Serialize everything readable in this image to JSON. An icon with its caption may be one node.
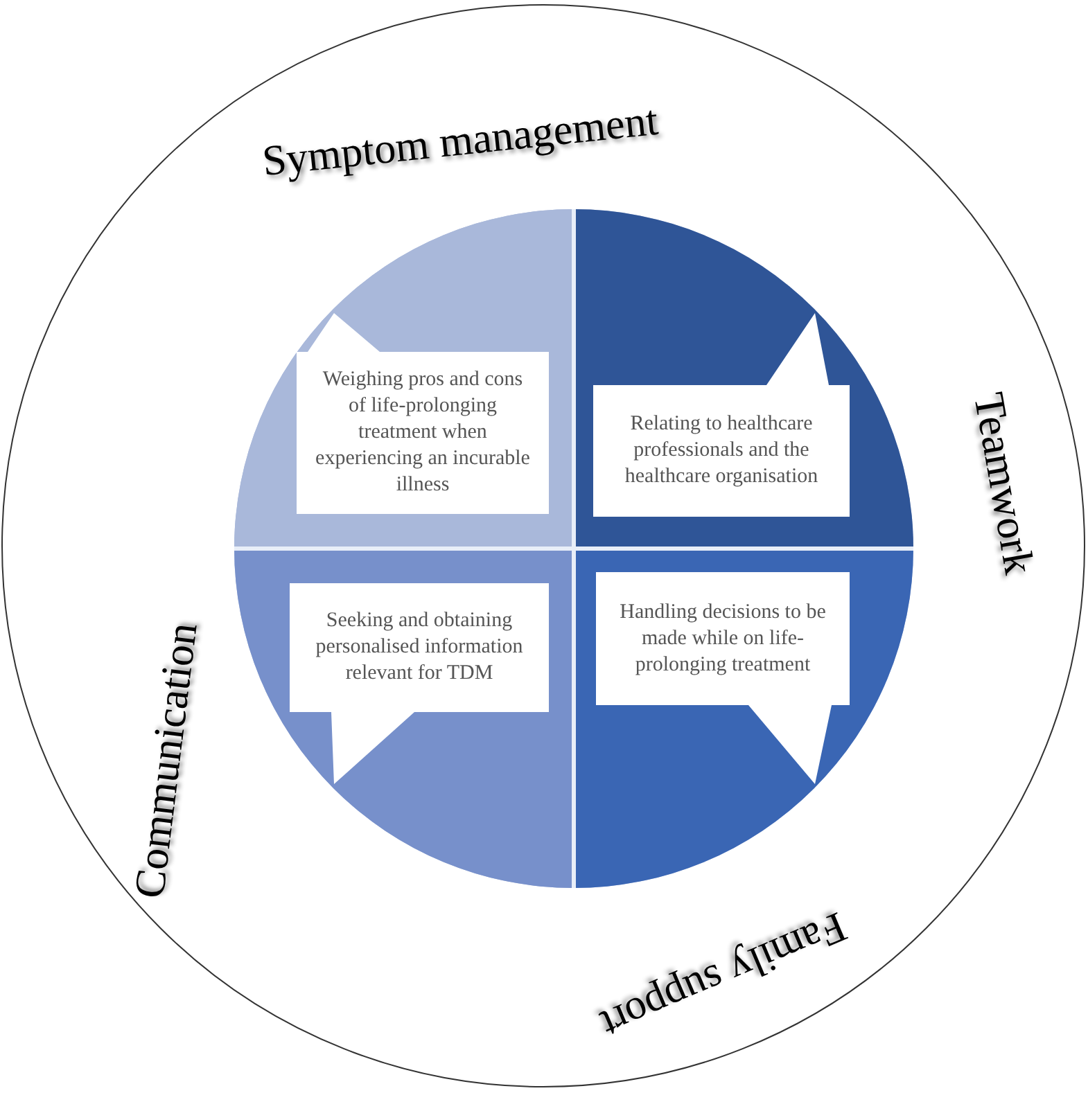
{
  "diagram": {
    "nodes": [
      {
        "text": [
          "Symptom management",
          "Teamwork",
          "Family support",
          "Communication"
        ]
      },
      {
        "text": [],
        "shape": "circle",
        "in": 0
      },
      {
        "text": [
          "Weighing pros and cons of life-prolonging treatment when experiencing an incurable illness"
        ],
        "in": 1
      },
      {
        "text": [
          "Relating to healthcare professionals and the healthcare organisation"
        ],
        "in": 1
      },
      {
        "text": [
          "Seeking and obtaining personalised information relevant for TDM"
        ],
        "in": 1
      },
      {
        "text": [
          "Handling decisions to be made while on life-prolonging treatment"
        ],
        "in": 1
      }
    ]
  }
}
